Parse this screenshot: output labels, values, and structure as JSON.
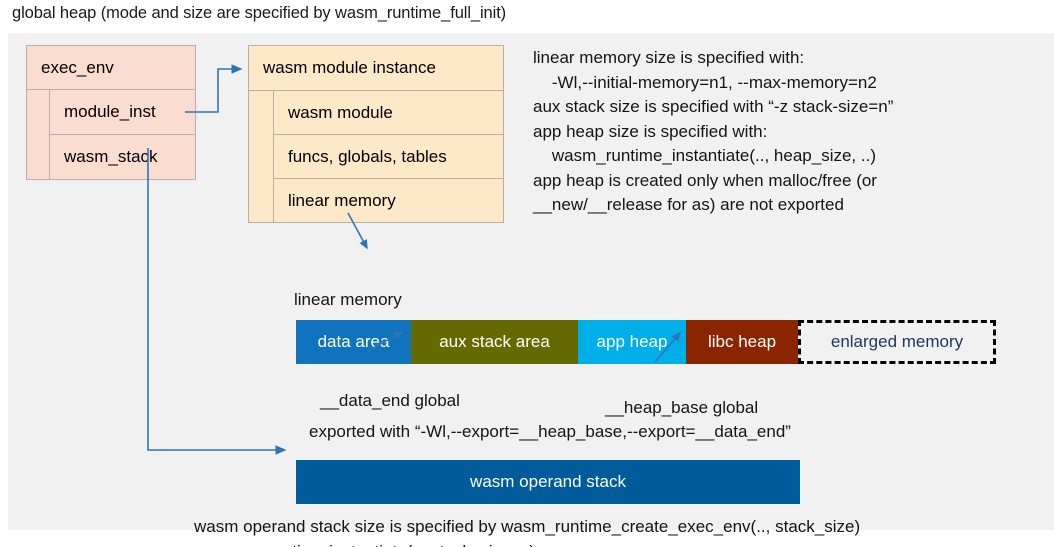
{
  "title": "global heap (mode and size are specified by wasm_runtime_full_init)",
  "exec_env": {
    "header": "exec_env",
    "rows": [
      {
        "label": "module_inst"
      },
      {
        "label": "wasm_stack"
      }
    ]
  },
  "module_instance": {
    "header": "wasm module instance",
    "rows": [
      {
        "label": "wasm module"
      },
      {
        "label": "funcs, globals, tables"
      },
      {
        "label": "linear memory"
      }
    ]
  },
  "notes": {
    "text": "linear memory size is specified with:\n    -Wl,--initial-memory=n1, --max-memory=n2\naux stack size is specified with “-z stack-size=n”\napp heap size is specified with:\n    wasm_runtime_instantiate(.., heap_size, ..)\napp heap is created only when malloc/free (or\n__new/__release for as) are not exported"
  },
  "linear_memory": {
    "caption": "linear memory",
    "segments": [
      {
        "label": "data area",
        "color": "#0f73be",
        "text_color": "#ffffff"
      },
      {
        "label": "aux stack area",
        "color": "#636b00",
        "text_color": "#ffffff"
      },
      {
        "label": "app heap",
        "color": "#00aee8",
        "text_color": "#ffffff"
      },
      {
        "label": "libc heap",
        "color": "#8b2500",
        "text_color": "#ffffff"
      },
      {
        "label": "enlarged memory",
        "color": "#f1f1f1",
        "text_color": "#1f3864"
      }
    ],
    "annotations": {
      "data_end": "__data_end global",
      "heap_base": "__heap_base global",
      "export_line": "exported with “-Wl,--export=__heap_base,--export=__data_end”"
    }
  },
  "operand_stack": {
    "label": "wasm operand stack",
    "color": "#005b9a",
    "notes": "wasm operand stack size is specified by wasm_runtime_create_exec_env(.., stack_size)\nor wasm_runtine_instantiate(.., stack_size, ..)"
  },
  "colors": {
    "canvas": "#f1f1f1",
    "exec_env_fill": "#fadcd0",
    "module_instance_fill": "#fde8c7",
    "arrow": "#2e75b6",
    "box_border": "#b8b0a6"
  }
}
